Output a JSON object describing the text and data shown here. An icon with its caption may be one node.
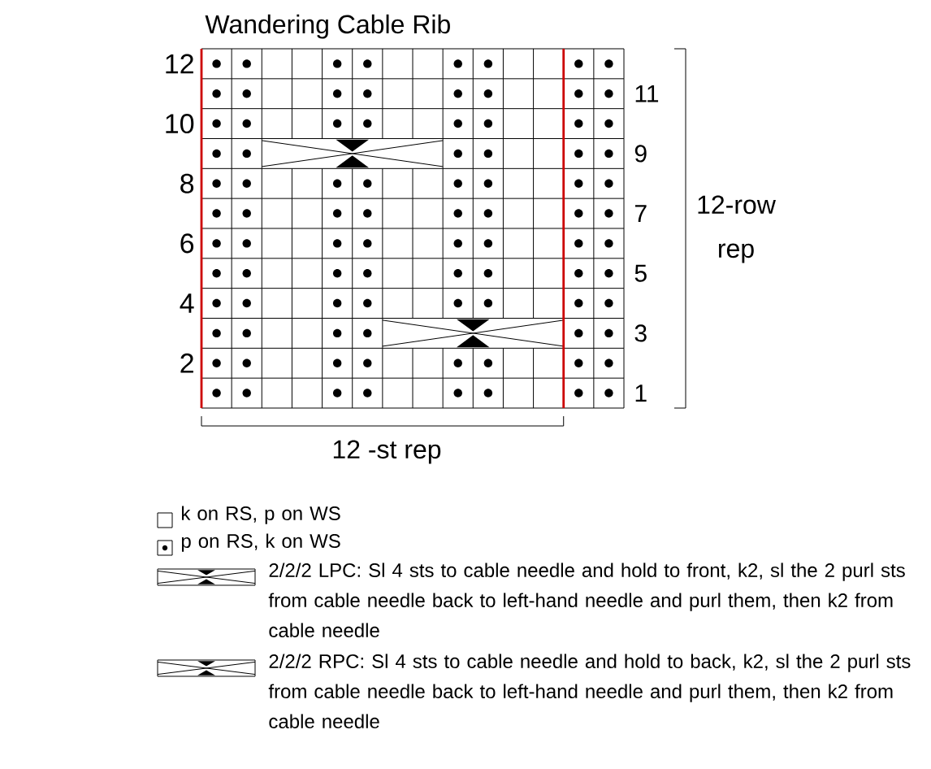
{
  "diagram": {
    "title": "Wandering Cable Rib",
    "labels": [
      "12",
      "11",
      "10",
      "9",
      "8",
      "7",
      "6",
      "5",
      "4",
      "3",
      "2",
      "1",
      "12-row rep",
      "12 -st rep"
    ],
    "legend": [
      {
        "text": "k on RS, p on WS"
      },
      {
        "text": "p on RS, k on WS"
      },
      {
        "text": "2/2/2 LPC: Sl 4 sts to cable needle and hold to front, k2, sl the 2 purl sts from cable needle back to left-hand needle and purl them, then k2 from cable needle"
      },
      {
        "text": "2/2/2 RPC: Sl 4 sts to cable needle and hold to back, k2, sl the 2 purl sts from cable needle back to left-hand needle and purl them, then k2 from cable needle"
      }
    ]
  }
}
